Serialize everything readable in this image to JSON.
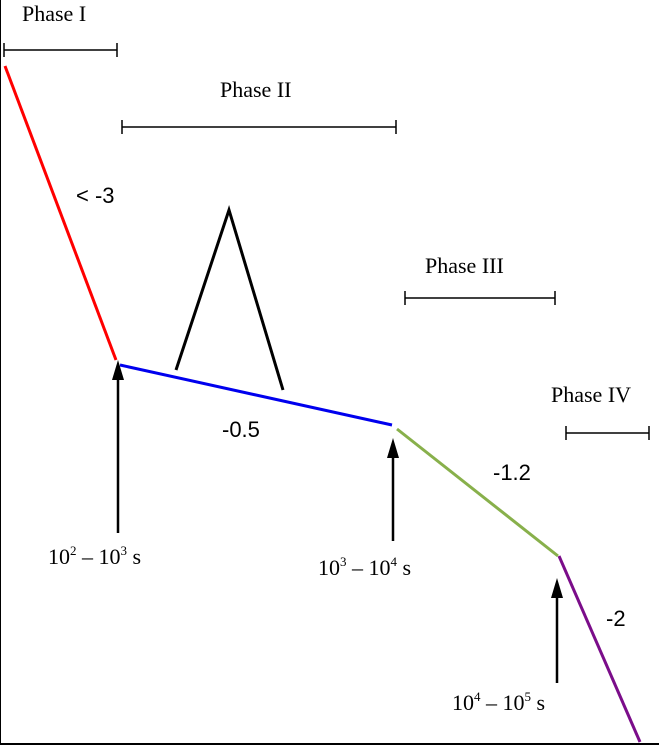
{
  "phases": [
    {
      "label": "Phase I"
    },
    {
      "label": "Phase II"
    },
    {
      "label": "Phase III"
    },
    {
      "label": "Phase IV"
    }
  ],
  "slopes": [
    {
      "label": "< -3",
      "color": "#ff0000"
    },
    {
      "label": "-0.5",
      "color": "#0000ee"
    },
    {
      "label": "-1.2",
      "color": "#88b04b"
    },
    {
      "label": "-2",
      "color": "#7b0d8a"
    }
  ],
  "break_times": [
    {
      "base1": "10",
      "exp1": "2",
      "dash": "–",
      "base2": "10",
      "exp2": "3",
      "unit": "s"
    },
    {
      "base1": "10",
      "exp1": "3",
      "dash": "–",
      "base2": "10",
      "exp2": "4",
      "unit": "s"
    },
    {
      "base1": "10",
      "exp1": "4",
      "dash": "–",
      "base2": "10",
      "exp2": "5",
      "unit": "s"
    }
  ],
  "colors": {
    "phase_bar": "#000000",
    "arrow": "#000000",
    "flare": "#000000"
  }
}
